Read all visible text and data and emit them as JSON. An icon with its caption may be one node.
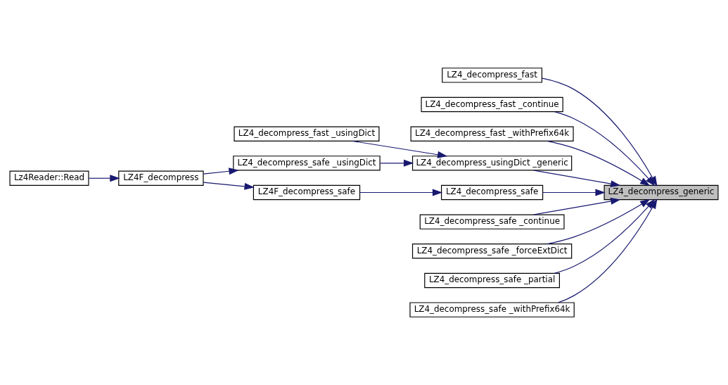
{
  "diagram": {
    "nodes": [
      {
        "text": [
          "LZ4_decompress_generic"
        ]
      },
      {
        "text": [
          "LZ4_decompress_fast"
        ]
      },
      {
        "text": [
          "LZ4_decompress_fast _continue"
        ]
      },
      {
        "text": [
          "LZ4_decompress_fast _withPrefix64k"
        ]
      },
      {
        "text": [
          "LZ4_decompress_safe"
        ]
      },
      {
        "text": [
          "LZ4_decompress_safe _continue"
        ]
      },
      {
        "text": [
          "LZ4_decompress_safe _forceExtDict"
        ]
      },
      {
        "text": [
          "LZ4_decompress_safe _partial"
        ]
      },
      {
        "text": [
          "LZ4_decompress_safe _withPrefix64k"
        ]
      },
      {
        "text": [
          "LZ4_decompress_usingDict _generic"
        ]
      },
      {
        "text": [
          "LZ4F_decompress_safe"
        ]
      },
      {
        "text": [
          "LZ4_decompress_fast _usingDict"
        ]
      },
      {
        "text": [
          "LZ4_decompress_safe _usingDict"
        ]
      },
      {
        "text": [
          "LZ4F_decompress"
        ]
      },
      {
        "text": [
          "Lz4Reader::Read"
        ]
      }
    ],
    "edges": [
      {
        "from": 1,
        "to": 0,
        "arrow": "to"
      },
      {
        "from": 2,
        "to": 0,
        "arrow": "to"
      },
      {
        "from": 3,
        "to": 0,
        "arrow": "to"
      },
      {
        "from": 4,
        "to": 0,
        "arrow": "to"
      },
      {
        "from": 5,
        "to": 0,
        "arrow": "to"
      },
      {
        "from": 6,
        "to": 0,
        "arrow": "to"
      },
      {
        "from": 7,
        "to": 0,
        "arrow": "to"
      },
      {
        "from": 8,
        "to": 0,
        "arrow": "to"
      },
      {
        "from": 9,
        "to": 0,
        "arrow": "to"
      },
      {
        "from": 10,
        "to": 4,
        "arrow": "to"
      },
      {
        "from": 13,
        "to": 10,
        "arrow": "to"
      },
      {
        "from": 11,
        "to": 9,
        "arrow": "to"
      },
      {
        "from": 12,
        "to": 9,
        "arrow": "to"
      },
      {
        "from": 13,
        "to": 12,
        "arrow": "to"
      },
      {
        "from": 14,
        "to": 13,
        "arrow": "to"
      }
    ]
  }
}
